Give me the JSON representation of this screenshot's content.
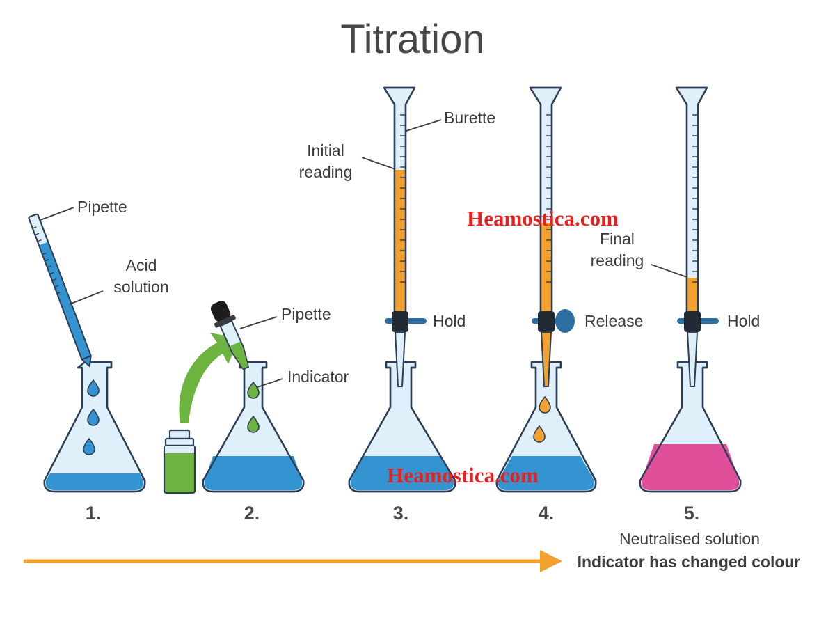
{
  "title": "Titration",
  "labels": {
    "pipette_1": "Pipette",
    "acid_solution_line1": "Acid",
    "acid_solution_line2": "solution",
    "pipette_2": "Pipette",
    "indicator": "Indicator",
    "burette": "Burette",
    "initial_reading_line1": "Initial",
    "initial_reading_line2": "reading",
    "hold_3": "Hold",
    "release_4": "Release",
    "final_reading_line1": "Final",
    "final_reading_line2": "reading",
    "hold_5": "Hold"
  },
  "steps": [
    "1.",
    "2.",
    "3.",
    "4.",
    "5."
  ],
  "caption": {
    "line1": "Neutralised solution",
    "line2": "Indicator has changed colour"
  },
  "watermark": "Heamostica.com",
  "colors": {
    "acid": "#3493d1",
    "titrant": "#f2a12e",
    "indicator": "#6db33f",
    "neutralised": "#e14f9b",
    "arrow": "#f2a12e",
    "outline": "#2c3e56",
    "glass": "#dff0fb",
    "watermark": "#e8201e"
  }
}
